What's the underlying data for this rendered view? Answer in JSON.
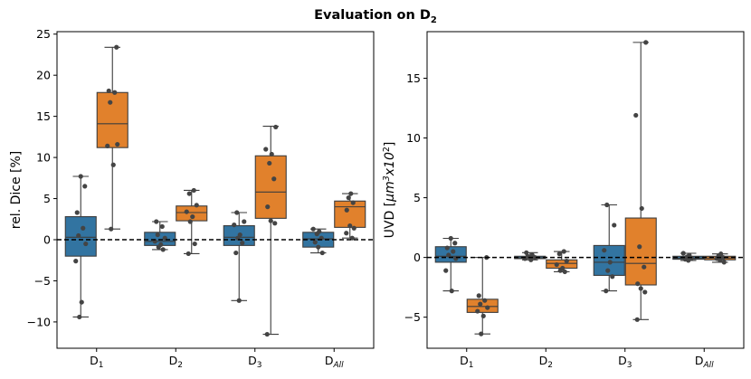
{
  "figure": {
    "title": "Evaluation on D",
    "title_sub": "2"
  },
  "colors": {
    "blue": "#3274a1",
    "orange": "#e1812c",
    "box_edge": "#3d3d3d",
    "point": "#444444",
    "zero_line": "#000000"
  },
  "chart_data": [
    {
      "type": "box",
      "ylabel": "rel. Dice [%]",
      "ylim": [
        -13.2,
        25.3
      ],
      "yticks": [
        -10,
        -5,
        0,
        5,
        10,
        15,
        20,
        25
      ],
      "ytick_labels": [
        "−10",
        "−5",
        "0",
        "5",
        "10",
        "15",
        "20",
        "25"
      ],
      "reference_line": 0,
      "categories": [
        {
          "base": "D",
          "sub": "1"
        },
        {
          "base": "D",
          "sub": "2"
        },
        {
          "base": "D",
          "sub": "3"
        },
        {
          "base": "D",
          "sub": "All"
        }
      ],
      "boxes": [
        {
          "category": 0,
          "series": 0,
          "whislo": -9.4,
          "q1": -2.0,
          "med": 0.3,
          "q3": 2.8,
          "whishi": 7.7,
          "points": [
            7.7,
            6.5,
            3.3,
            1.4,
            0.5,
            -0.5,
            -2.6,
            -7.6,
            -9.4
          ]
        },
        {
          "category": 0,
          "series": 1,
          "whislo": 1.3,
          "q1": 11.2,
          "med": 14.1,
          "q3": 17.9,
          "whishi": 23.4,
          "points": [
            23.4,
            18.1,
            17.9,
            16.7,
            11.6,
            11.4,
            9.1,
            1.3
          ]
        },
        {
          "category": 1,
          "series": 0,
          "whislo": -1.2,
          "q1": -0.7,
          "med": -0.2,
          "q3": 0.9,
          "whishi": 2.2,
          "points": [
            2.2,
            1.6,
            0.6,
            0.2,
            -0.2,
            -0.6,
            -0.9,
            -1.2
          ]
        },
        {
          "category": 1,
          "series": 1,
          "whislo": -1.7,
          "q1": 2.3,
          "med": 3.3,
          "q3": 4.1,
          "whishi": 6.0,
          "points": [
            6.0,
            5.6,
            4.2,
            3.4,
            2.8,
            2.2,
            -0.5,
            -1.7
          ]
        },
        {
          "category": 2,
          "series": 0,
          "whislo": -7.4,
          "q1": -0.7,
          "med": 0.3,
          "q3": 1.7,
          "whishi": 3.3,
          "points": [
            3.3,
            2.2,
            1.8,
            0.6,
            0.2,
            -0.4,
            -1.6,
            -7.4
          ]
        },
        {
          "category": 2,
          "series": 1,
          "whislo": -11.5,
          "q1": 2.6,
          "med": 5.8,
          "q3": 10.2,
          "whishi": 13.8,
          "points": [
            13.7,
            11.0,
            10.4,
            9.3,
            7.4,
            4.0,
            2.3,
            2.0,
            -11.5
          ]
        },
        {
          "category": 3,
          "series": 0,
          "whislo": -1.6,
          "q1": -0.9,
          "med": 0.1,
          "q3": 0.9,
          "whishi": 1.3,
          "points": [
            1.3,
            1.0,
            0.7,
            0.2,
            -0.3,
            -0.9,
            -1.6
          ]
        },
        {
          "category": 3,
          "series": 1,
          "whislo": 0.2,
          "q1": 1.5,
          "med": 4.0,
          "q3": 4.7,
          "whishi": 5.6,
          "points": [
            5.6,
            5.1,
            4.5,
            3.6,
            1.7,
            1.4,
            0.8,
            0.2
          ]
        }
      ]
    },
    {
      "type": "box",
      "ylabel": "UVD [μm³x10²]",
      "ylabel_parts": {
        "pre": "UVD [",
        "unit": "μm",
        "sup1": "3",
        "mid": "x10",
        "sup2": "2",
        "post": "]"
      },
      "ylim": [
        -7.6,
        18.9
      ],
      "yticks": [
        -5,
        0,
        5,
        10,
        15
      ],
      "ytick_labels": [
        "−5",
        "0",
        "5",
        "10",
        "15"
      ],
      "reference_line": 0,
      "categories": [
        {
          "base": "D",
          "sub": "1"
        },
        {
          "base": "D",
          "sub": "2"
        },
        {
          "base": "D",
          "sub": "3"
        },
        {
          "base": "D",
          "sub": "All"
        }
      ],
      "boxes": [
        {
          "category": 0,
          "series": 0,
          "whislo": -2.8,
          "q1": -0.4,
          "med": 0.1,
          "q3": 0.9,
          "whishi": 1.6,
          "points": [
            1.6,
            1.2,
            0.8,
            0.5,
            0.2,
            -0.1,
            -1.1,
            -2.8
          ]
        },
        {
          "category": 0,
          "series": 1,
          "whislo": -6.4,
          "q1": -4.6,
          "med": -4.1,
          "q3": -3.5,
          "whishi": 0.0,
          "points": [
            0.0,
            -3.2,
            -3.6,
            -3.9,
            -4.2,
            -4.5,
            -4.9,
            -6.4
          ]
        },
        {
          "category": 1,
          "series": 0,
          "whislo": -0.2,
          "q1": -0.1,
          "med": -0.02,
          "q3": 0.1,
          "whishi": 0.4,
          "points": [
            0.4,
            0.2,
            0.1,
            0.0,
            -0.1,
            -0.2
          ]
        },
        {
          "category": 1,
          "series": 1,
          "whislo": -1.2,
          "q1": -0.9,
          "med": -0.5,
          "q3": -0.2,
          "whishi": 0.5,
          "points": [
            0.5,
            0.3,
            -0.3,
            -0.6,
            -0.9,
            -1.1,
            -1.2
          ]
        },
        {
          "category": 2,
          "series": 0,
          "whislo": -2.8,
          "q1": -1.5,
          "med": -0.4,
          "q3": 1.0,
          "whishi": 4.4,
          "points": [
            4.4,
            2.7,
            0.6,
            -0.4,
            -1.1,
            -1.6,
            -2.8
          ]
        },
        {
          "category": 2,
          "series": 1,
          "whislo": -5.2,
          "q1": -2.3,
          "med": -0.5,
          "q3": 3.3,
          "whishi": 18.0,
          "points": [
            18.0,
            11.9,
            4.1,
            0.9,
            -0.8,
            -2.2,
            -2.6,
            -2.9,
            -5.2
          ]
        },
        {
          "category": 3,
          "series": 0,
          "whislo": -0.25,
          "q1": -0.15,
          "med": -0.05,
          "q3": 0.1,
          "whishi": 0.35,
          "points": [
            0.35,
            0.2,
            0.05,
            -0.05,
            -0.15,
            -0.25
          ]
        },
        {
          "category": 3,
          "series": 1,
          "whislo": -0.4,
          "q1": -0.2,
          "med": -0.05,
          "q3": 0.1,
          "whishi": 0.3,
          "points": [
            0.3,
            0.15,
            0.0,
            -0.1,
            -0.25,
            -0.4
          ]
        }
      ]
    }
  ]
}
